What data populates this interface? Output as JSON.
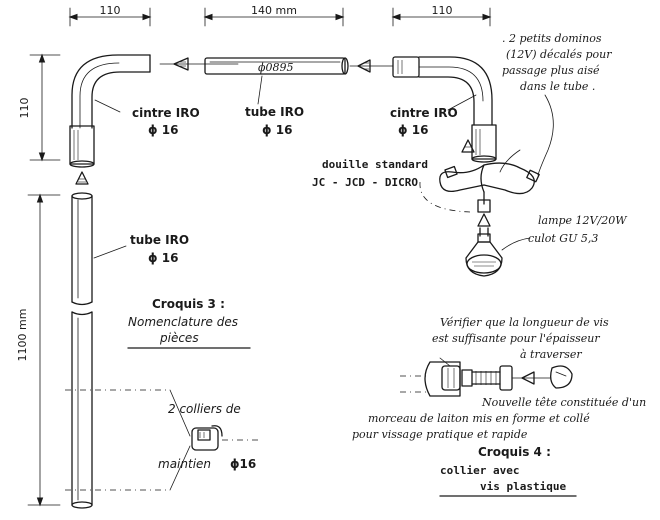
{
  "dimensions": {
    "top_left": "110",
    "top_middle": "140 mm",
    "top_right": "110",
    "side_upper": "110",
    "side_lower": "1100 mm"
  },
  "parts": {
    "cintre_left_name": "cintre IRO",
    "cintre_left_dia": "ϕ 16",
    "tube_top_name": "tube IRO",
    "tube_top_dia": "ϕ 16",
    "tube_top_marking": "ϕ0895",
    "cintre_right_name": "cintre IRO",
    "cintre_right_dia": "ϕ 16",
    "tube_vertical_name": "tube IRO",
    "tube_vertical_dia": "ϕ 16",
    "douille_line1": "douille standard",
    "douille_line2": "JC - JCD - DICRO",
    "lampe_line1": "lampe 12V/20W",
    "lampe_line2": "culot GU 5,3",
    "colliers_line1": "2 colliers de",
    "colliers_line2": "maintien",
    "colliers_dia": "ϕ16"
  },
  "note_dominos": {
    "line1": ". 2 petits dominos",
    "line2": "(12V) décalés pour",
    "line3": "passage plus aisé",
    "line4": "dans le tube ."
  },
  "croquis3": {
    "title": "Croquis 3 :",
    "line2": "Nomenclature des",
    "line3": "pièces"
  },
  "croquis4": {
    "note1_line1": "Vérifier que la longueur de vis",
    "note1_line2": "est suffisante pour l'épaisseur",
    "note1_line3": "à traverser",
    "note2_line1": "Nouvelle tête constituée d'un",
    "note2_line2": "morceau de laiton mis en forme et collé",
    "note2_line3": "pour vissage pratique et rapide",
    "title": "Croquis 4 :",
    "line2": "collier avec",
    "line3": "vis plastique"
  }
}
